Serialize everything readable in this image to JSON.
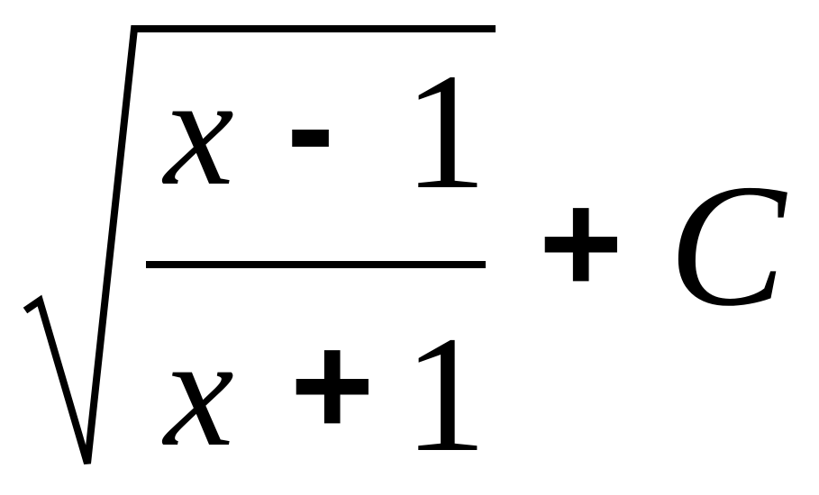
{
  "expression": {
    "radical_symbol": "√",
    "numerator": {
      "variable": "x",
      "operator": "-",
      "constant": "1"
    },
    "denominator": {
      "variable": "x",
      "operator": "+",
      "constant": "1"
    },
    "outer_operator": "+",
    "integration_constant": "C"
  }
}
